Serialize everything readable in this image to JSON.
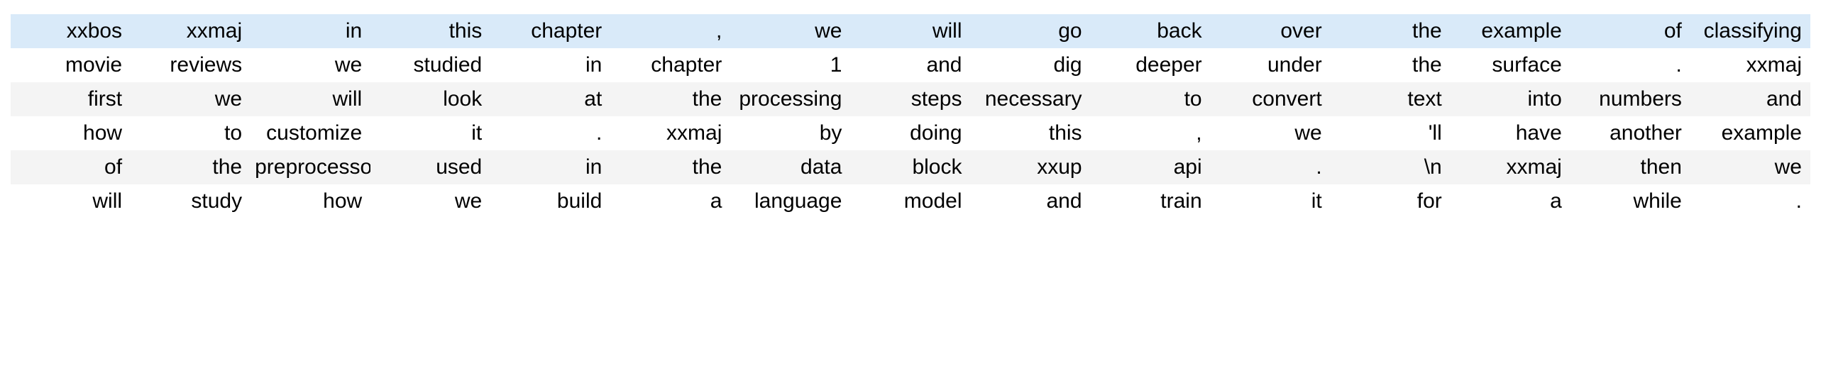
{
  "view": {
    "kind": "tokenized-text-table",
    "description": "Tokenized text rows rendered as a borderless striped table",
    "columns": 16,
    "rows": 6,
    "cell_alignment": "right",
    "colors": {
      "highlight_row_background": "#d9eaf9",
      "odd_row_background": "#ffffff",
      "even_row_background": "#f4f4f4",
      "text": "#000000",
      "page_background": "#ffffff"
    }
  },
  "table": {
    "rows": [
      {
        "style": "highlight",
        "cells": [
          "xxbos",
          "xxmaj",
          "in",
          "this",
          "chapter",
          ",",
          "we",
          "will",
          "go",
          "back",
          "over",
          "the",
          "example",
          "of",
          "classifying"
        ]
      },
      {
        "style": "odd",
        "cells": [
          "movie",
          "reviews",
          "we",
          "studied",
          "in",
          "chapter",
          "1",
          "and",
          "dig",
          "deeper",
          "under",
          "the",
          "surface",
          ".",
          "xxmaj"
        ]
      },
      {
        "style": "even",
        "cells": [
          "first",
          "we",
          "will",
          "look",
          "at",
          "the",
          "processing",
          "steps",
          "necessary",
          "to",
          "convert",
          "text",
          "into",
          "numbers",
          "and"
        ]
      },
      {
        "style": "odd",
        "cells": [
          "how",
          "to",
          "customize",
          "it",
          ".",
          "xxmaj",
          "by",
          "doing",
          "this",
          ",",
          "we",
          "'ll",
          "have",
          "another",
          "example"
        ]
      },
      {
        "style": "even",
        "cells": [
          "of",
          "the",
          "preprocessor",
          "used",
          "in",
          "the",
          "data",
          "block",
          "xxup",
          "api",
          ".",
          "\\n",
          "xxmaj",
          "then",
          "we"
        ]
      },
      {
        "style": "odd",
        "cells": [
          "will",
          "study",
          "how",
          "we",
          "build",
          "a",
          "language",
          "model",
          "and",
          "train",
          "it",
          "for",
          "a",
          "while",
          "."
        ]
      }
    ]
  }
}
